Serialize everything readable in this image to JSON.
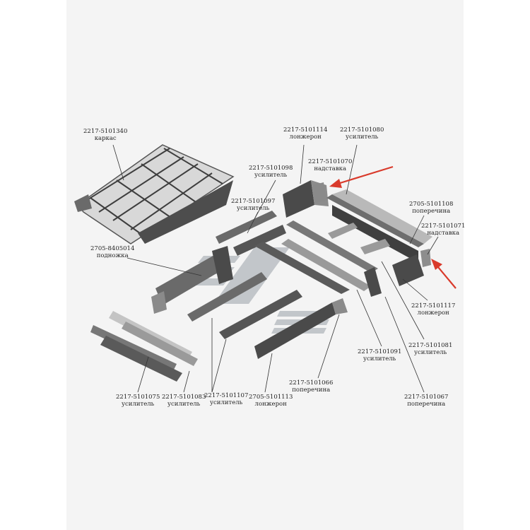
{
  "colors": {
    "part_dark": "#4a4a4a",
    "part_mid": "#8a8a8a",
    "part_light": "#c9c9c9",
    "leader": "#333333",
    "arrow": "#d93a2b",
    "background": "#f4f4f4"
  },
  "watermark_icon": "diagonal-stripes-logo",
  "parts": {
    "karkas": {
      "code": "2217-5101340",
      "name": "каркас"
    },
    "lonzheron_1114": {
      "code": "2217-5101114",
      "name": "лонжерон"
    },
    "usilitel_1080": {
      "code": "2217-5101080",
      "name": "усилитель"
    },
    "nadstavka_1070": {
      "code": "2217-5101070",
      "name": "надставка"
    },
    "usilitel_1098": {
      "code": "2217-5101098",
      "name": "усилитель"
    },
    "usilitel_1097": {
      "code": "2217-5101097",
      "name": "усилитель"
    },
    "poperechina_1108": {
      "code": "2705-5101108",
      "name": "поперечина"
    },
    "nadstavka_1071": {
      "code": "2217-5101071",
      "name": "надставка"
    },
    "podnozhka": {
      "code": "2705-8405014",
      "name": "подножка"
    },
    "lonzheron_1117": {
      "code": "2217-5101117",
      "name": "лонжерон"
    },
    "usilitel_1081": {
      "code": "2217-5101081",
      "name": "усилитель"
    },
    "usilitel_1091": {
      "code": "2217-5101091",
      "name": "усилитель"
    },
    "poperechina_1066": {
      "code": "2217-5101066",
      "name": "поперечина"
    },
    "poperechina_1067": {
      "code": "2217-5101067",
      "name": "поперечина"
    },
    "usilitel_1075": {
      "code": "2217-5101075",
      "name": "усилитель"
    },
    "usilitel_1083": {
      "code": "2217-5101083",
      "name": "усилитель"
    },
    "usilitel_1107": {
      "code": "2217-5101107",
      "name": "усилитель"
    },
    "lonzheron_1113": {
      "code": "2705-5101113",
      "name": "лонжерон"
    }
  }
}
